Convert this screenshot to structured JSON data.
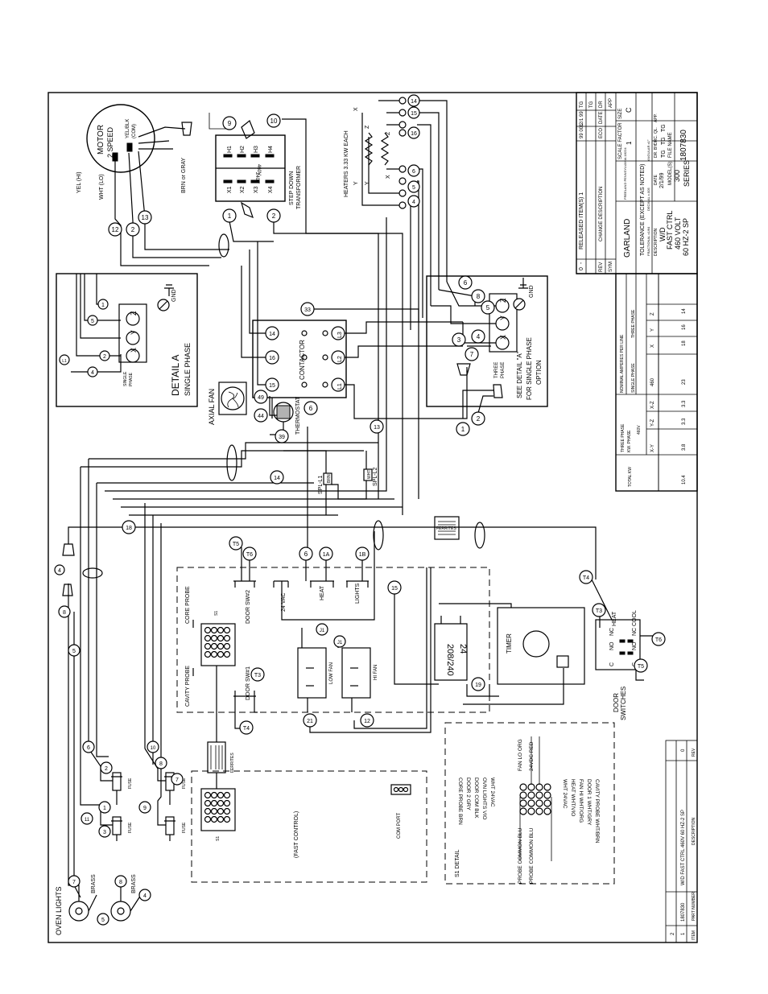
{
  "motor": {
    "title": "MOTOR",
    "speed": "2 SPEED",
    "yel_hi": "YEL (HI)",
    "wht_lo": "WHT (LO)",
    "yel_blk": "YEL/BLK",
    "com": "(COM)",
    "brn_gray": "BRN or GRAY"
  },
  "transformer": {
    "label": "STEP DOWN",
    "label2": "TRANSFORMER",
    "v460": "460V",
    "v240": "240V",
    "h1": "H1",
    "h2": "H2",
    "h3": "H3",
    "h4": "H4",
    "x1": "X1",
    "x2": "X2",
    "x3": "X3",
    "x4": "X4"
  },
  "heaters": {
    "label": "HEATERS 3.33 KW EACH",
    "x": "X",
    "y": "Y",
    "z": "Z"
  },
  "detail_a": {
    "title": "DETAIL A",
    "subtitle": "SINGLE PHASE",
    "single": "SINGLE",
    "phase": "PHASE",
    "gnd": "GND",
    "l1": "L1",
    "term_x": "X",
    "term_y": "Y",
    "term_z": "Z"
  },
  "contactor": {
    "label": "CONTACTOR",
    "l1": "L1",
    "l2": "L2",
    "l3": "L3"
  },
  "thermostat": {
    "label": "THERMOSTAT"
  },
  "axial_fan": {
    "label": "AXIAL FAN"
  },
  "three_phase_block": {
    "see": "SEE DETAIL \"A\"",
    "for": "FOR SINGLE PHASE",
    "option": "OPTION",
    "three": "THREE",
    "phase": "PHASE",
    "gnd": "GND",
    "term_x": "X",
    "term_y": "Y",
    "term_z": "Z"
  },
  "spl": {
    "l1": "SPL-L1",
    "l2": "SPL-L2",
    "brn": "BRN",
    "wht": "WHT"
  },
  "ferrites": {
    "top": "FERRITES",
    "bottom": "FERRITES"
  },
  "control": {
    "core_probe": "CORE PROBE",
    "cavity_probe": "CAVITY PROBE",
    "s1": "S1",
    "door_sw2": "DOOR SW#2",
    "door_sw1": "DOOR SW#1",
    "vac24": "24 VAC",
    "heat": "HEAT",
    "lights": "LIGHTS",
    "low_fan": "LOW FAN",
    "hi_fan": "HI FAN",
    "relay_top": "24",
    "relay_bottom": "208/240",
    "timer": "TIMER",
    "j1": "J1"
  },
  "door_switches": {
    "label": "DOOR",
    "label2": "SWITCHES",
    "c": "C",
    "no": "NO",
    "nc": "NC",
    "heat": "HEAT",
    "cool": "COOL"
  },
  "fast_control": {
    "label": "(FAST CONTROL)",
    "com_port": "COM PORT",
    "s1": "S1"
  },
  "fuse": {
    "label": "FUSE"
  },
  "oven_lights": {
    "label": "OVEN LIGHTS",
    "brass": "BRASS"
  },
  "s1_detail": {
    "title": "S1 DETAIL",
    "probe_common_blu": "PROBE COMMON BLU",
    "core_probe_brn": "CORE PROBE BRN",
    "door2_gry": "DOOR 2 GRY",
    "door_com_blk": "DOOR COM BLK",
    "ovn_lights_vio": "OVN LIGHTS VIO",
    "wht_24vac": "WHT 24VAC",
    "fan_lo_org": "FAN LO ORG",
    "vdc_red": "24VDC RED",
    "wht_24vac_r": "WHT 24VAC",
    "heat_wht_vio": "HEAT WHT/VIO",
    "fan_hi_wht_org": "FAN HI WHT/ORG",
    "door1_wht_gry": "DOOR 1 WHT/GRY",
    "cavity_probe_wht_brn": "CAVITY PROBE WHT/BRN",
    "probe_common_blu_r": "PROBE COMMON BLU"
  },
  "nodes": {
    "n1": "1",
    "n2": "2",
    "n3": "3",
    "n4": "4",
    "n5": "5",
    "n6": "6",
    "n7": "7",
    "n8": "8",
    "n9": "9",
    "n10": "10",
    "n11": "11",
    "n12": "12",
    "n13": "13",
    "n14": "14",
    "n15": "15",
    "n16": "16",
    "n18": "18",
    "n19": "19",
    "n21": "21",
    "n33": "33",
    "n39": "39",
    "n44": "44",
    "n49": "49",
    "n1a": "1A",
    "n1b": "1B",
    "t3": "T3",
    "t4": "T4",
    "t5": "T5",
    "t6": "T6"
  },
  "revision": {
    "rev_h": "REV",
    "sym_h": "SYM",
    "chg_h": "CHANGE DESCRIPTION",
    "eco_h": "ECO",
    "date_h": "DATE",
    "dr_h": "DR",
    "app_h": "APP",
    "rev": "0",
    "sym": "-",
    "chg": "RELEASED ITEM(S) 1",
    "eco": "99 001",
    "date": "2/1 99",
    "dr": "TG",
    "app": "TG"
  },
  "title_block": {
    "garland": "GARLAND",
    "garland_sub": "FREELAND PENNSYLVANIA 18224",
    "scale_factor": "SCALE FACTOR",
    "scale_value": "1",
    "size": "SIZE",
    "size_value": "C",
    "tolerance": "TOLERANCE (EXCEPT AS NOTED)",
    "fractional": "FRACTIONAL ±1/64",
    "decimal": "DECIMAL ±.005",
    "angular": "ANGULAR ±1°",
    "description": "DESCRIPTION",
    "desc1": "W/D",
    "desc2": "FAST CTRL",
    "desc3": "460 VOLT",
    "desc4": "60 HZ-2 SP",
    "date_h": "DATE",
    "date": "2/1/99",
    "dr_by": "DR. BY",
    "drc": "DRC.",
    "ql": "QL.",
    "app": "APP.",
    "drby_v": "TG",
    "drc_v": "TG",
    "ql_v": "TG",
    "models": "MODEL(S)",
    "models_v": "300",
    "series": "SERIES",
    "file_name": "FILE NAME",
    "file_v": "1807830"
  },
  "amps_table": {
    "total_kw": "TOTAL KW",
    "kw_three": "THREE PHASE",
    "kw_phase": "KW. PHASE",
    "kw_460": "460V",
    "nominal": "NOMINAL AMPERES PER LINE",
    "single_phase": "SINGLE PHASE",
    "three_phase": "THREE PHASE",
    "col_xy": "X-Y",
    "col_yz": "Y-Z",
    "col_xz": "X-Z",
    "col_460": "460",
    "col_x": "X",
    "col_y": "Y",
    "col_z": "Z",
    "v_kw": "10.4",
    "v_xy": "3.8",
    "v_yz": "3.3",
    "v_xz": "3.3",
    "v_single": "23",
    "v_x": "18",
    "v_y": "16",
    "v_z": "14"
  },
  "parts_list": {
    "item_h": "ITEM",
    "part_h": "PART NUMBER",
    "desc_h": "DESCRIPTION",
    "rev_h": "REV",
    "row1_item": "1",
    "row1_part": "1807830",
    "row1_desc": "W/D FAST CTRL 460V 60 HZ-2 SP",
    "row1_rev": "0",
    "row2_item": "2"
  }
}
